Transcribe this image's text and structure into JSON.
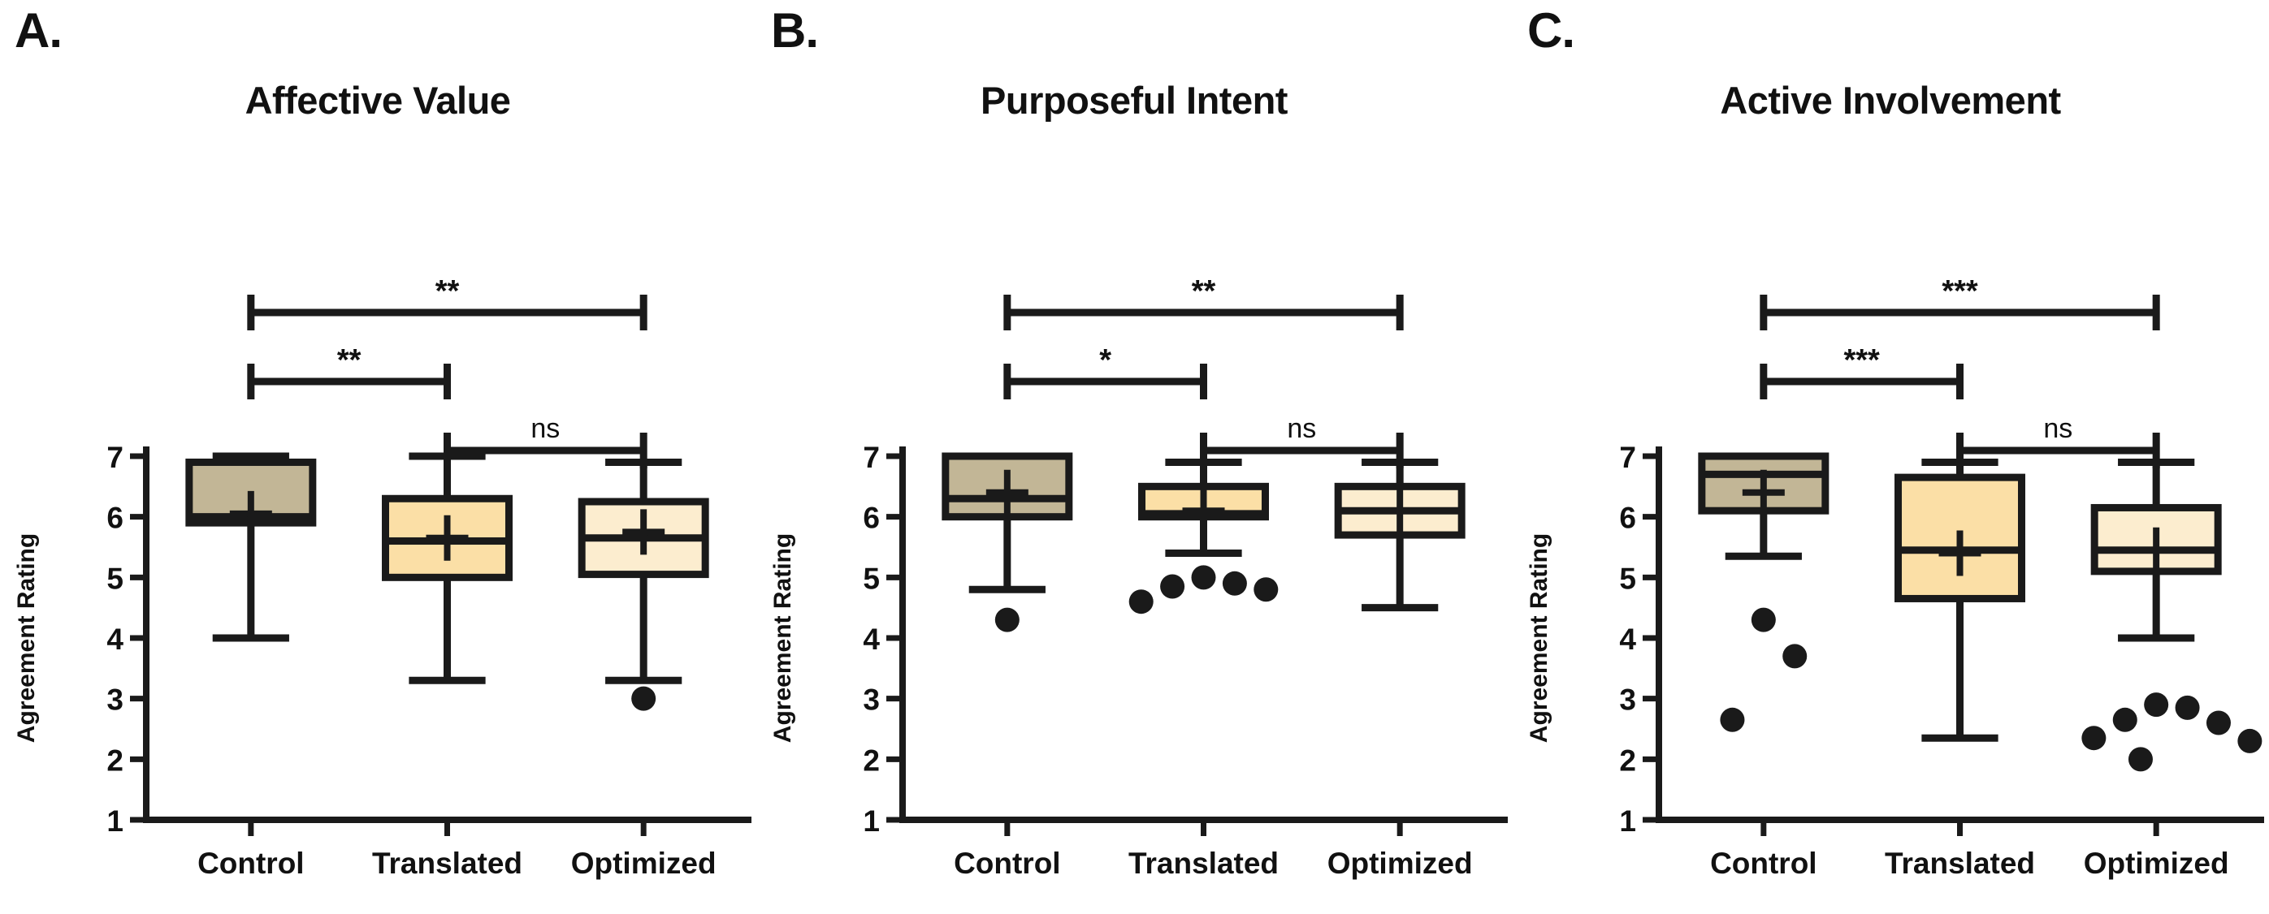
{
  "figure": {
    "background": "#ffffff",
    "axis_color": "#1a1a1a",
    "y_axis_label": "Agreement Rating",
    "y_ticks": [
      "1",
      "2",
      "3",
      "4",
      "5",
      "6",
      "7"
    ],
    "x_categories": [
      "Control",
      "Translated",
      "Optimized"
    ],
    "group_colors": {
      "control": "#c2b696",
      "translated": "#fbdfa6",
      "optimized": "#fcedcf"
    }
  },
  "panels": [
    {
      "letter": "A.",
      "title": "Affective Value",
      "ylabel": "Agreement Rating",
      "xticks": [
        "Control",
        "Translated",
        "Optimized"
      ],
      "significance": [
        {
          "label": "**",
          "from": "Control",
          "to": "Optimized"
        },
        {
          "label": "**",
          "from": "Control",
          "to": "Translated"
        },
        {
          "label": "ns",
          "from": "Translated",
          "to": "Optimized"
        }
      ]
    },
    {
      "letter": "B.",
      "title": "Purposeful Intent",
      "ylabel": "Agreement Rating",
      "xticks": [
        "Control",
        "Translated",
        "Optimized"
      ],
      "significance": [
        {
          "label": "**",
          "from": "Control",
          "to": "Optimized"
        },
        {
          "label": "*",
          "from": "Control",
          "to": "Translated"
        },
        {
          "label": "ns",
          "from": "Translated",
          "to": "Optimized"
        }
      ]
    },
    {
      "letter": "C.",
      "title": "Active Involvement",
      "ylabel": "Agreement Rating",
      "xticks": [
        "Control",
        "Translated",
        "Optimized"
      ],
      "significance": [
        {
          "label": "***",
          "from": "Control",
          "to": "Optimized"
        },
        {
          "label": "***",
          "from": "Control",
          "to": "Translated"
        },
        {
          "label": "ns",
          "from": "Translated",
          "to": "Optimized"
        }
      ]
    }
  ],
  "chart_data": [
    {
      "type": "box",
      "panel": "A",
      "title": "Affective Value",
      "xlabel": "",
      "ylabel": "Agreement Rating",
      "ylim": [
        1,
        7
      ],
      "yticks": [
        1,
        2,
        3,
        4,
        5,
        6,
        7
      ],
      "grid": false,
      "legend": "none",
      "categories": [
        "Control",
        "Translated",
        "Optimized"
      ],
      "boxes": [
        {
          "name": "Control",
          "whisker_low": 4.0,
          "q1": 5.9,
          "median": 6.0,
          "q3": 6.9,
          "whisker_high": 7.0,
          "mean": 6.05,
          "outliers": []
        },
        {
          "name": "Translated",
          "whisker_low": 3.3,
          "q1": 5.0,
          "median": 5.6,
          "q3": 6.3,
          "whisker_high": 7.0,
          "mean": 5.65,
          "outliers": []
        },
        {
          "name": "Optimized",
          "whisker_low": 3.3,
          "q1": 5.05,
          "median": 5.65,
          "q3": 6.25,
          "whisker_high": 6.9,
          "mean": 5.75,
          "outliers": [
            3.0
          ]
        }
      ],
      "annotations": [
        {
          "label": "**",
          "from": "Control",
          "to": "Optimized"
        },
        {
          "label": "**",
          "from": "Control",
          "to": "Translated"
        },
        {
          "label": "ns",
          "from": "Translated",
          "to": "Optimized"
        }
      ]
    },
    {
      "type": "box",
      "panel": "B",
      "title": "Purposeful Intent",
      "xlabel": "",
      "ylabel": "Agreement Rating",
      "ylim": [
        1,
        7
      ],
      "yticks": [
        1,
        2,
        3,
        4,
        5,
        6,
        7
      ],
      "grid": false,
      "legend": "none",
      "categories": [
        "Control",
        "Translated",
        "Optimized"
      ],
      "boxes": [
        {
          "name": "Control",
          "whisker_low": 4.8,
          "q1": 6.0,
          "median": 6.3,
          "q3": 7.0,
          "whisker_high": 7.0,
          "mean": 6.4,
          "outliers": [
            4.3
          ]
        },
        {
          "name": "Translated",
          "whisker_low": 5.4,
          "q1": 6.0,
          "median": 6.05,
          "q3": 6.5,
          "whisker_high": 6.9,
          "mean": 6.1,
          "outliers": [
            5.0,
            4.9,
            4.85,
            4.8,
            4.6
          ]
        },
        {
          "name": "Optimized",
          "whisker_low": 4.5,
          "q1": 5.7,
          "median": 6.1,
          "q3": 6.5,
          "whisker_high": 6.9,
          "mean": 6.1,
          "outliers": []
        }
      ],
      "annotations": [
        {
          "label": "**",
          "from": "Control",
          "to": "Optimized"
        },
        {
          "label": "*",
          "from": "Control",
          "to": "Translated"
        },
        {
          "label": "ns",
          "from": "Translated",
          "to": "Optimized"
        }
      ]
    },
    {
      "type": "box",
      "panel": "C",
      "title": "Active Involvement",
      "xlabel": "",
      "ylabel": "Agreement Rating",
      "ylim": [
        1,
        7
      ],
      "yticks": [
        1,
        2,
        3,
        4,
        5,
        6,
        7
      ],
      "grid": false,
      "legend": "none",
      "categories": [
        "Control",
        "Translated",
        "Optimized"
      ],
      "boxes": [
        {
          "name": "Control",
          "whisker_low": 5.35,
          "q1": 6.1,
          "median": 6.7,
          "q3": 7.0,
          "whisker_high": 7.0,
          "mean": 6.4,
          "outliers": [
            4.3,
            3.7,
            2.65
          ]
        },
        {
          "name": "Translated",
          "whisker_low": 2.35,
          "q1": 4.65,
          "median": 5.45,
          "q3": 6.65,
          "whisker_high": 6.9,
          "mean": 5.4,
          "outliers": []
        },
        {
          "name": "Optimized",
          "whisker_low": 4.0,
          "q1": 5.1,
          "median": 5.45,
          "q3": 6.15,
          "whisker_high": 6.9,
          "mean": 5.45,
          "outliers": [
            2.9,
            2.85,
            2.65,
            2.6,
            2.35,
            2.3,
            2.0
          ]
        }
      ],
      "annotations": [
        {
          "label": "***",
          "from": "Control",
          "to": "Optimized"
        },
        {
          "label": "***",
          "from": "Control",
          "to": "Translated"
        },
        {
          "label": "ns",
          "from": "Translated",
          "to": "Optimized"
        }
      ]
    }
  ]
}
